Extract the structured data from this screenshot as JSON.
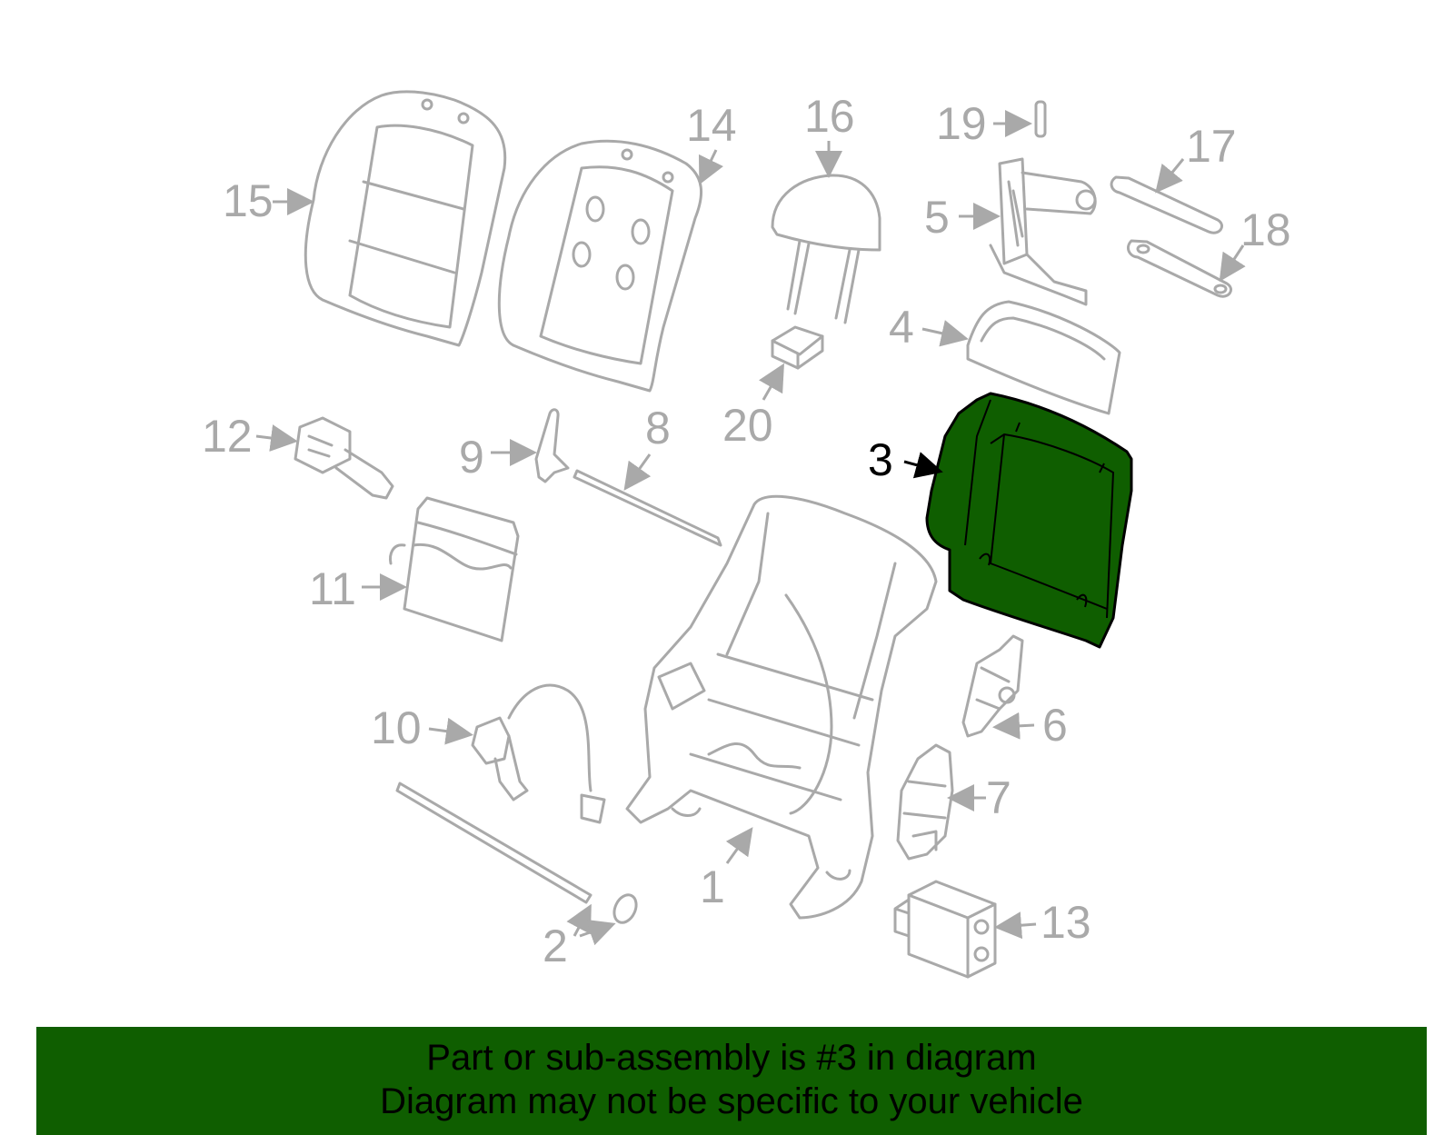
{
  "colors": {
    "highlight": "#0f5e00",
    "part_line": "#a9a9a9",
    "text_dark": "#000000",
    "background": "#ffffff"
  },
  "callouts": {
    "c1": "1",
    "c2": "2",
    "c3": "3",
    "c4": "4",
    "c5": "5",
    "c6": "6",
    "c7": "7",
    "c8": "8",
    "c9": "9",
    "c10": "10",
    "c11": "11",
    "c12": "12",
    "c13": "13",
    "c14": "14",
    "c15": "15",
    "c16": "16",
    "c17": "17",
    "c18": "18",
    "c19": "19",
    "c20": "20"
  },
  "highlighted_part": "3",
  "footer": {
    "line1": "Part or sub-assembly is #3 in diagram",
    "line2": "Diagram may not be specific to your vehicle"
  }
}
